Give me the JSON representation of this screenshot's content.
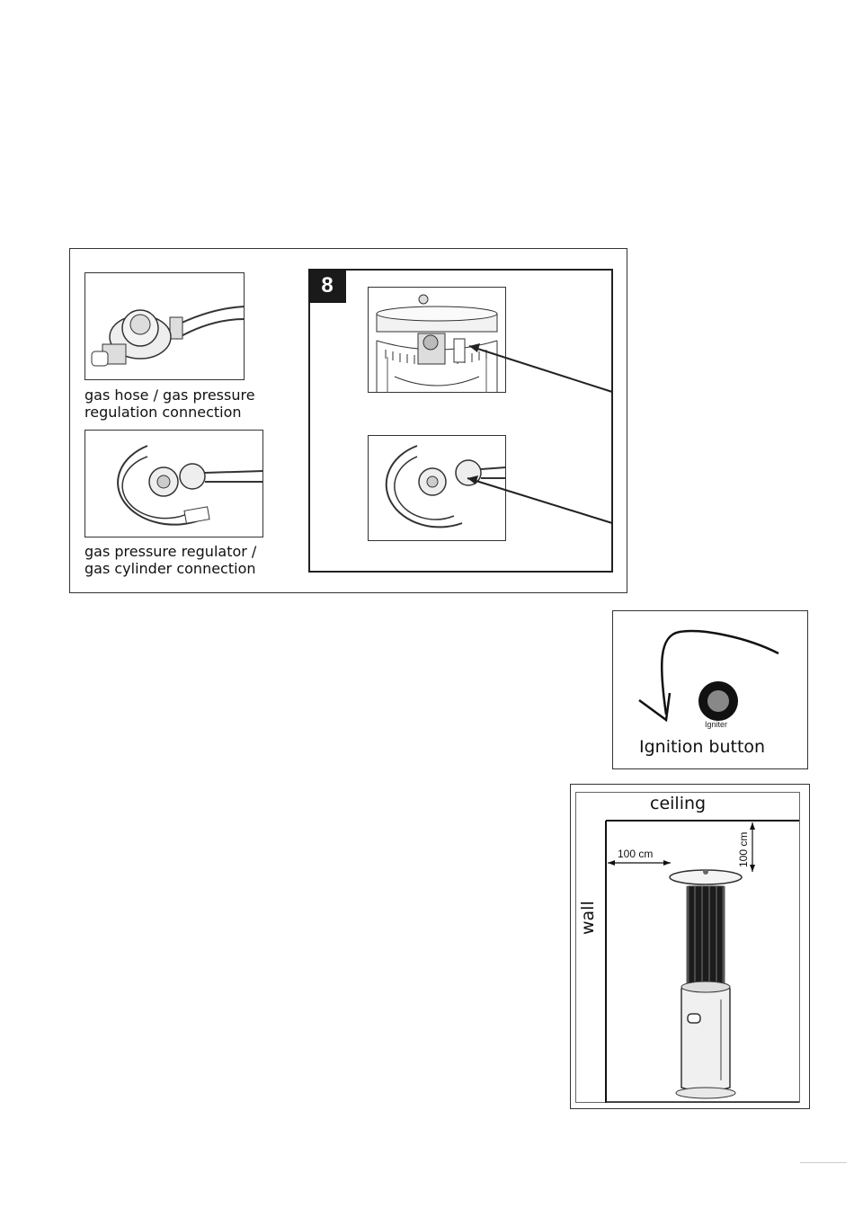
{
  "figure_connections": {
    "step_number": "8",
    "caption_hose_line1": "gas hose  / gas pressure",
    "caption_hose_line2": "regulation connection",
    "caption_cylinder_line1": "gas pressure regulator /",
    "caption_cylinder_line2": "gas cylinder connection"
  },
  "figure_ignition": {
    "igniter_small_label": "Igniter",
    "caption": "Ignition button"
  },
  "figure_clearance": {
    "ceiling_label": "ceiling",
    "wall_label": "wall",
    "side_clearance": "100 cm",
    "top_clearance": "100 cm"
  }
}
